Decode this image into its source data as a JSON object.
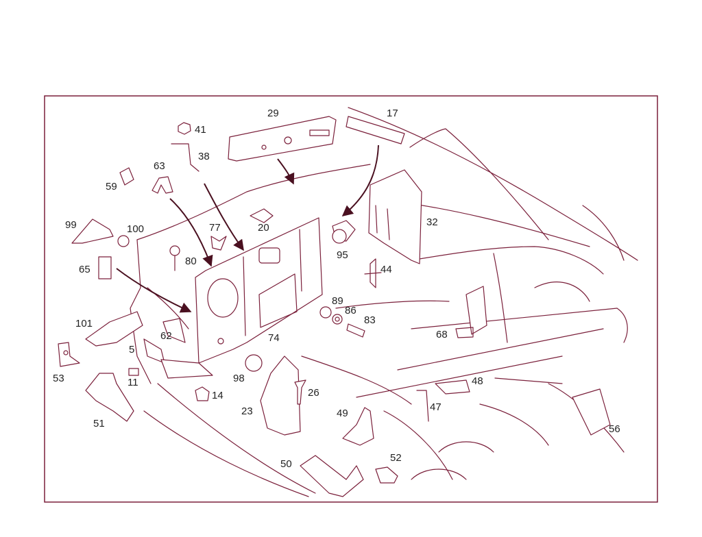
{
  "colors": {
    "line": "#7a1f3a",
    "text": "#222222",
    "frame": "#7a1f3a",
    "background": "#ffffff"
  },
  "labels": {
    "l5": "5",
    "l11": "11",
    "l14": "14",
    "l17": "17",
    "l20": "20",
    "l23": "23",
    "l26": "26",
    "l29": "29",
    "l32": "32",
    "l38": "38",
    "l41": "41",
    "l44": "44",
    "l47": "47",
    "l48": "48",
    "l49": "49",
    "l50": "50",
    "l51": "51",
    "l52": "52",
    "l53": "53",
    "l56": "56",
    "l59": "59",
    "l62": "62",
    "l63": "63",
    "l65": "65",
    "l68": "68",
    "l74": "74",
    "l77": "77",
    "l80": "80",
    "l83": "83",
    "l86": "86",
    "l89": "89",
    "l95": "95",
    "l98": "98",
    "l99": "99",
    "l100": "100",
    "l101": "101"
  }
}
